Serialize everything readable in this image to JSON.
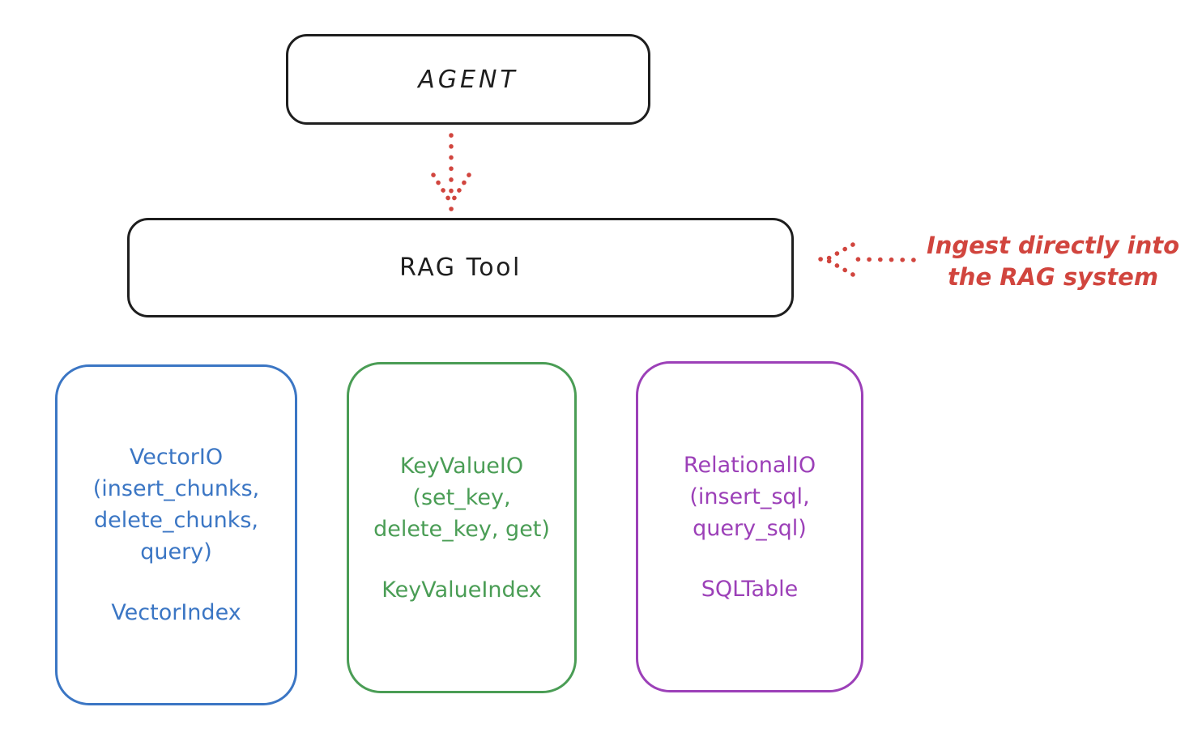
{
  "colors": {
    "ink": "#1e1e1e",
    "red": "#d1453e",
    "blue": "#3b76c4",
    "green": "#4a9d55",
    "purple": "#9c40b8"
  },
  "agent_box": {
    "label": "AGENT"
  },
  "rag_tool_box": {
    "label": "RAG Tool"
  },
  "annotation": {
    "lines": [
      "Ingest directly into",
      "the RAG system"
    ]
  },
  "io_boxes": {
    "vector": {
      "fn_lines": [
        "VectorIO",
        "(insert_chunks,",
        "delete_chunks,",
        "query)"
      ],
      "index_label": "VectorIndex"
    },
    "keyvalue": {
      "fn_lines": [
        "KeyValueIO",
        "(set_key,",
        "delete_key, get)"
      ],
      "index_label": "KeyValueIndex"
    },
    "relational": {
      "fn_lines": [
        "RelationalIO",
        "(insert_sql,",
        "query_sql)"
      ],
      "index_label": "SQLTable"
    }
  },
  "arrows": {
    "agent_to_rag": "dotted-down-arrow",
    "annotation_to_rag": "dotted-left-arrow"
  }
}
